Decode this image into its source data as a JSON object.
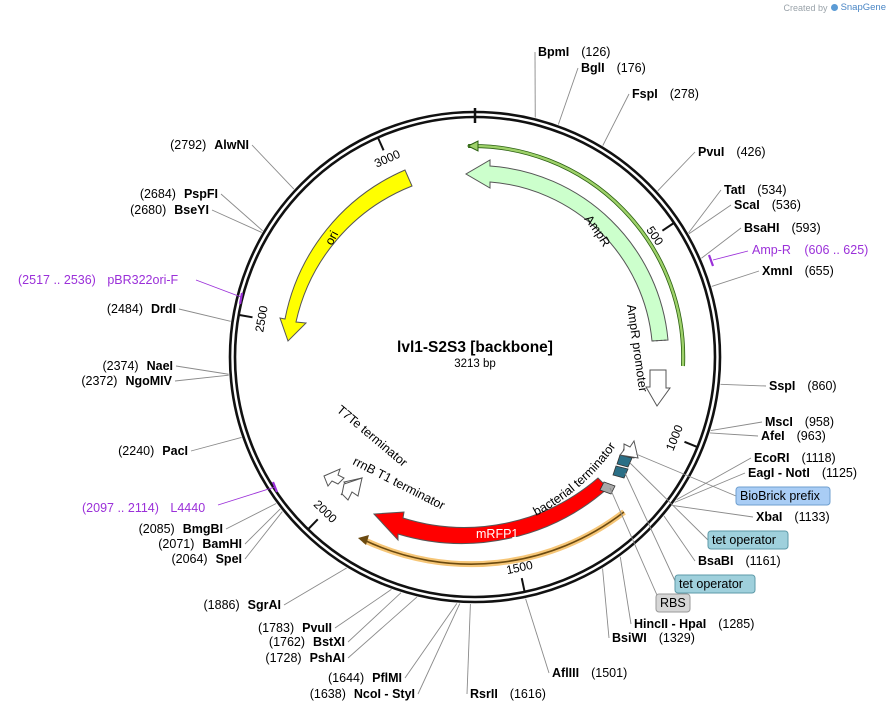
{
  "credit": {
    "prefix": "Created by",
    "brand": "SnapGene",
    "logo_icon": "snapgene-logo-icon"
  },
  "plasmid": {
    "name": "lvl1-S2S3 [backbone]",
    "length_label": "3213 bp",
    "length": 3213
  },
  "ticks": [
    {
      "pos": 500,
      "label": "500"
    },
    {
      "pos": 1000,
      "label": "1000"
    },
    {
      "pos": 1500,
      "label": "1500"
    },
    {
      "pos": 2000,
      "label": "2000"
    },
    {
      "pos": 2500,
      "label": "2500"
    },
    {
      "pos": 3000,
      "label": "3000"
    }
  ],
  "sites": [
    {
      "name": "BpmI",
      "pos": "(126)",
      "loc": 126,
      "side": "right"
    },
    {
      "name": "BglI",
      "pos": "(176)",
      "loc": 176,
      "side": "right"
    },
    {
      "name": "FspI",
      "pos": "(278)",
      "loc": 278,
      "side": "right"
    },
    {
      "name": "PvuI",
      "pos": "(426)",
      "loc": 426,
      "side": "right"
    },
    {
      "name": "TatI",
      "pos": "(534)",
      "loc": 534,
      "side": "right"
    },
    {
      "name": "ScaI",
      "pos": "(536)",
      "loc": 536,
      "side": "right"
    },
    {
      "name": "BsaHI",
      "pos": "(593)",
      "loc": 593,
      "side": "right"
    },
    {
      "name": "XmnI",
      "pos": "(655)",
      "loc": 655,
      "side": "right"
    },
    {
      "name": "SspI",
      "pos": "(860)",
      "loc": 860,
      "side": "right"
    },
    {
      "name": "MscI",
      "pos": "(958)",
      "loc": 958,
      "side": "right"
    },
    {
      "name": "AfeI",
      "pos": "(963)",
      "loc": 963,
      "side": "right"
    },
    {
      "name": "EcoRI",
      "pos": "(1118)",
      "loc": 1118,
      "side": "right"
    },
    {
      "name": "EagI - NotI",
      "pos": "(1125)",
      "loc": 1125,
      "side": "right"
    },
    {
      "name": "XbaI",
      "pos": "(1133)",
      "loc": 1133,
      "side": "right"
    },
    {
      "name": "BsaBI",
      "pos": "(1161)",
      "loc": 1161,
      "side": "right"
    },
    {
      "name": "HincII - HpaI",
      "pos": "(1285)",
      "loc": 1285,
      "side": "right"
    },
    {
      "name": "BsiWI",
      "pos": "(1329)",
      "loc": 1329,
      "side": "right"
    },
    {
      "name": "AflIII",
      "pos": "(1501)",
      "loc": 1501,
      "side": "right"
    },
    {
      "name": "RsrII",
      "pos": "(1616)",
      "loc": 1616,
      "side": "right"
    },
    {
      "name": "NcoI - StyI",
      "pos": "(1638)",
      "loc": 1638,
      "side": "left"
    },
    {
      "name": "PflMI",
      "pos": "(1644)",
      "loc": 1644,
      "side": "left"
    },
    {
      "name": "PshAI",
      "pos": "(1728)",
      "loc": 1728,
      "side": "left"
    },
    {
      "name": "BstXI",
      "pos": "(1762)",
      "loc": 1762,
      "side": "left"
    },
    {
      "name": "PvuII",
      "pos": "(1783)",
      "loc": 1783,
      "side": "left"
    },
    {
      "name": "SgrAI",
      "pos": "(1886)",
      "loc": 1886,
      "side": "left"
    },
    {
      "name": "SpeI",
      "pos": "(2064)",
      "loc": 2064,
      "side": "left"
    },
    {
      "name": "BamHI",
      "pos": "(2071)",
      "loc": 2071,
      "side": "left"
    },
    {
      "name": "BmgBI",
      "pos": "(2085)",
      "loc": 2085,
      "side": "left"
    },
    {
      "name": "PacI",
      "pos": "(2240)",
      "loc": 2240,
      "side": "left"
    },
    {
      "name": "NgoMIV",
      "pos": "(2372)",
      "loc": 2372,
      "side": "left"
    },
    {
      "name": "NaeI",
      "pos": "(2374)",
      "loc": 2374,
      "side": "left"
    },
    {
      "name": "DrdI",
      "pos": "(2484)",
      "loc": 2484,
      "side": "left"
    },
    {
      "name": "BseYI",
      "pos": "(2680)",
      "loc": 2680,
      "side": "left"
    },
    {
      "name": "PspFI",
      "pos": "(2684)",
      "loc": 2684,
      "side": "left"
    },
    {
      "name": "AlwNI",
      "pos": "(2792)",
      "loc": 2792,
      "side": "left"
    }
  ],
  "primers": [
    {
      "name": "Amp-R",
      "range": "(606 .. 625)",
      "start": 606,
      "end": 625,
      "side": "right"
    },
    {
      "name": "pBR322ori-F",
      "range": "(2517 .. 2536)",
      "start": 2517,
      "end": 2536,
      "side": "left"
    },
    {
      "name": "L4440",
      "range": "(2097 .. 2114)",
      "start": 2097,
      "end": 2114,
      "side": "left"
    }
  ],
  "features": [
    {
      "name": "AmpR",
      "type": "cds",
      "color": "#ccffcc"
    },
    {
      "name": "AmpR promoter",
      "type": "promoter",
      "color": "#ffffff"
    },
    {
      "name": "ori",
      "type": "rep_origin",
      "color": "#ffff00"
    },
    {
      "name": "mRFP1",
      "type": "cds",
      "color": "#ff0000"
    },
    {
      "name": "bacterial terminator",
      "type": "terminator",
      "color": "#ffffff"
    },
    {
      "name": "rrnB T1 terminator",
      "type": "terminator",
      "color": "#ffffff"
    },
    {
      "name": "T7Te terminator",
      "type": "terminator",
      "color": "#ffffff"
    }
  ],
  "badges": [
    {
      "text": "BioBrick prefix",
      "color": "#a9cdf5"
    },
    {
      "text": "tet operator",
      "color": "#9fd0dc"
    },
    {
      "text": "tet operator",
      "color": "#9fd0dc"
    },
    {
      "text": "RBS",
      "color": "#d6d6d6"
    }
  ],
  "colors": {
    "primer": "#9b30d9",
    "orf_green": "#7fbf3f",
    "orf_orange": "#f0b050"
  }
}
